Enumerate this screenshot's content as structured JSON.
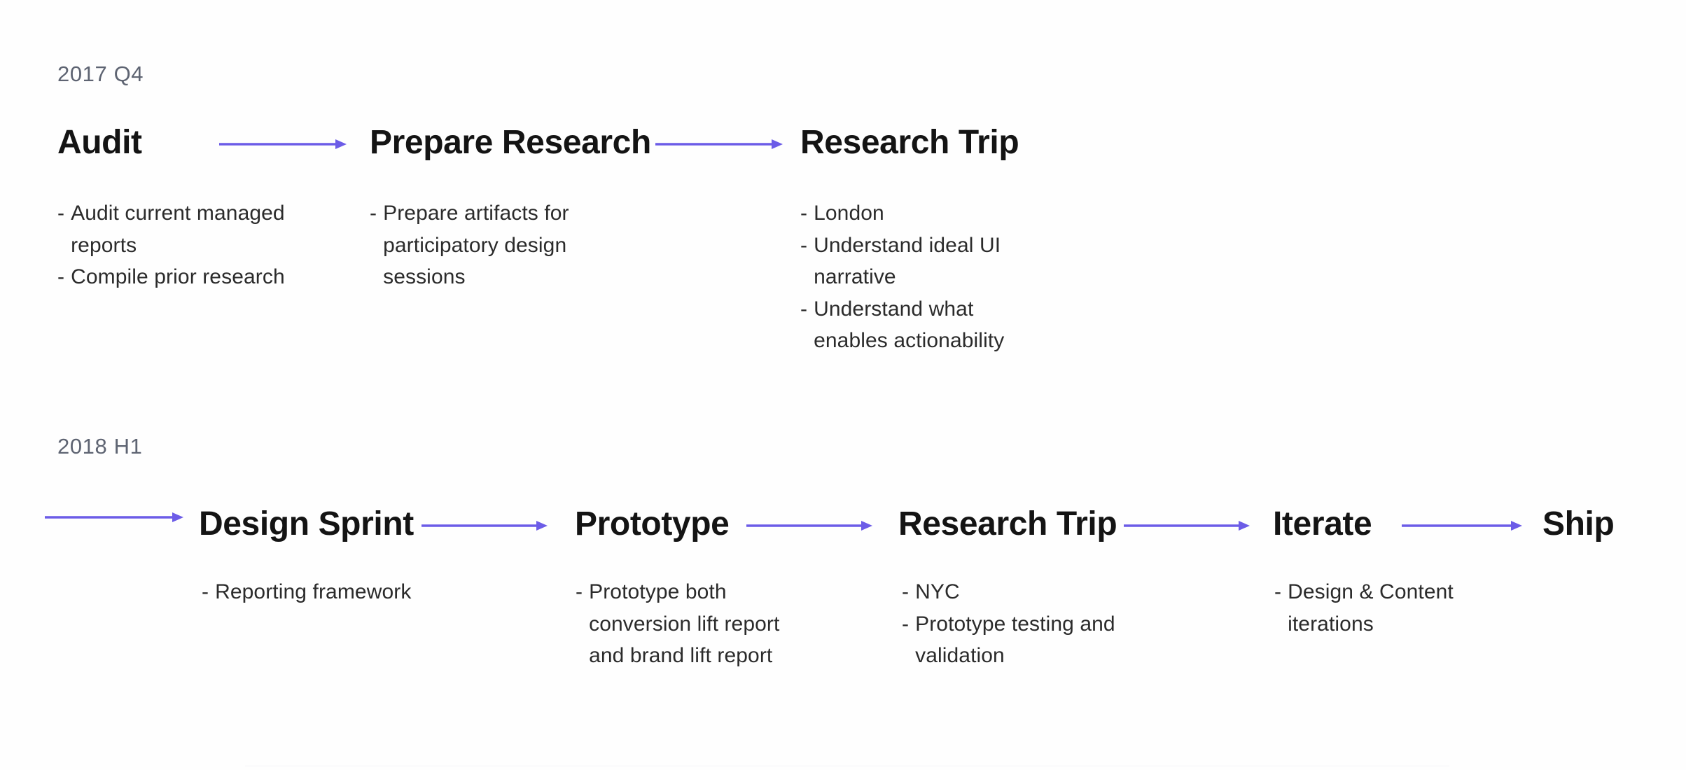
{
  "meta": {
    "accent_color": "#6c5ce7",
    "heading_color": "#141414",
    "body_text_color": "#2b2b2b",
    "period_label_color": "#5e6472",
    "background_color": "#fefefe"
  },
  "rows": [
    {
      "period": "2017 Q4",
      "stages": [
        {
          "title": "Audit",
          "bullets": [
            "Audit current managed\nreports",
            "Compile prior research"
          ]
        },
        {
          "title": "Prepare Research",
          "bullets": [
            "Prepare artifacts for\nparticipatory design\nsessions"
          ]
        },
        {
          "title": "Research Trip",
          "bullets": [
            "London",
            "Understand ideal UI\nnarrative",
            "Understand what\nenables actionability"
          ]
        }
      ]
    },
    {
      "period": "2018 H1",
      "stages": [
        {
          "title": "Design Sprint",
          "bullets": [
            "Reporting framework"
          ]
        },
        {
          "title": "Prototype",
          "bullets": [
            "Prototype both\nconversion lift report\nand brand lift report"
          ]
        },
        {
          "title": "Research Trip",
          "bullets": [
            "NYC",
            "Prototype testing and\nvalidation"
          ]
        },
        {
          "title": "Iterate",
          "bullets": [
            "Design & Content\niterations"
          ]
        },
        {
          "title": "Ship",
          "bullets": []
        }
      ]
    }
  ],
  "bullet_marker": "-",
  "icons": {
    "arrow": "arrow-right-icon"
  }
}
